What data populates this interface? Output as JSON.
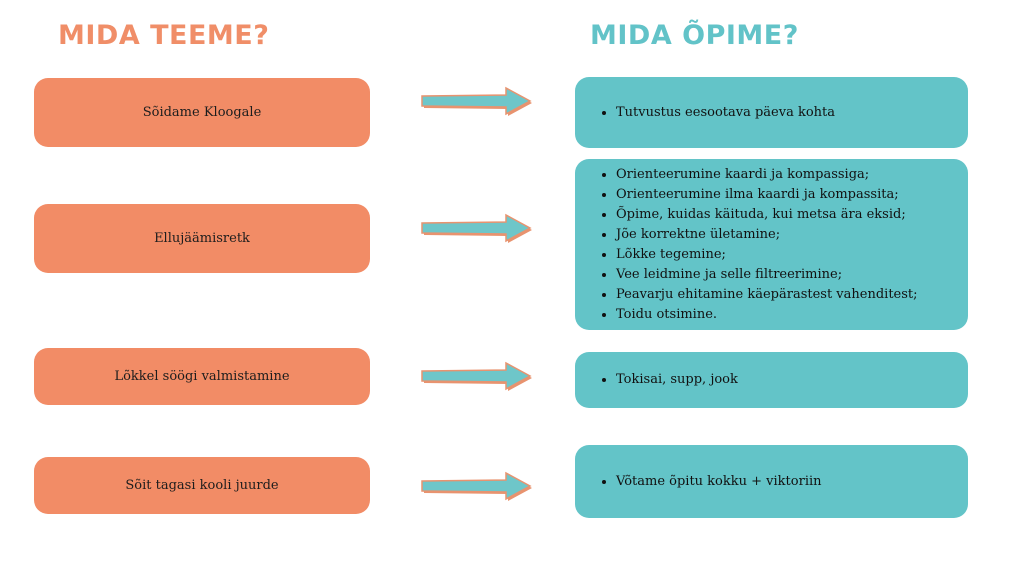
{
  "headings": {
    "left": "MIDA TEEME?",
    "right": "MIDA ÕPIME?"
  },
  "rows": [
    {
      "activity": "Sõidame Kloogale",
      "learn": [
        "Tutvustus eesootava päeva kohta"
      ]
    },
    {
      "activity": "Ellujäämisretk",
      "learn": [
        "Orienteerumine kaardi ja kompassiga;",
        "Orienteerumine ilma kaardi ja kompassita;",
        "Õpime, kuidas käituda, kui metsa ära eksid;",
        "Jõe korrektne ületamine;",
        "Lõkke tegemine;",
        "Vee leidmine ja selle filtreerimine;",
        "Peavarju ehitamine käepärastest vahenditest;",
        "Toidu otsimine."
      ]
    },
    {
      "activity": "Lõkkel söögi valmistamine",
      "learn": [
        "Tokisai, supp, jook"
      ]
    },
    {
      "activity": "Sõit tagasi kooli juurde",
      "learn": [
        "Võtame õpitu kokku + viktoriin"
      ]
    }
  ],
  "colors": {
    "left_box": "#f28c66",
    "right_box": "#63c4c8",
    "arrow_fill": "#6ec6c9",
    "arrow_outline": "#e8936f"
  }
}
